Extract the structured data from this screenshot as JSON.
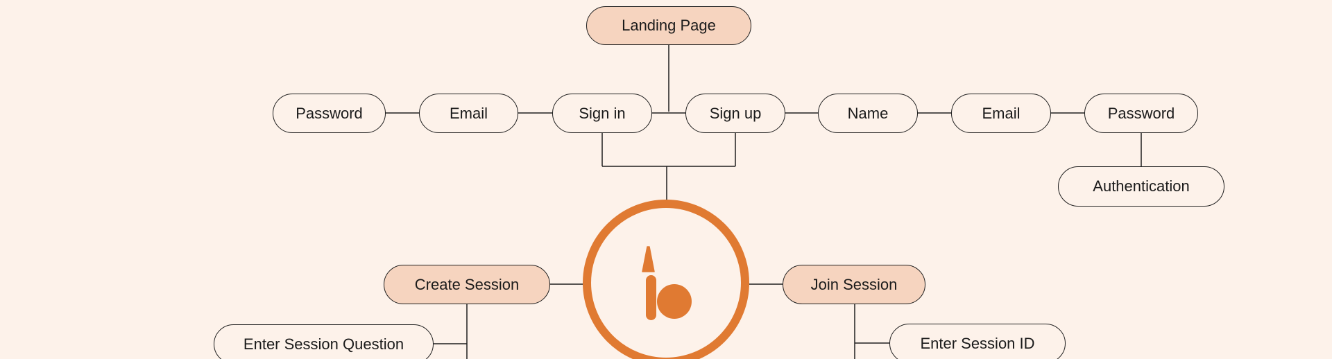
{
  "diagram": {
    "root": {
      "label": "Landing Page"
    },
    "auth": {
      "sign_in": "Sign in",
      "sign_up": "Sign up",
      "sign_in_fields": [
        "Email",
        "Password"
      ],
      "sign_up_fields": [
        "Name",
        "Email",
        "Password"
      ],
      "authentication": "Authentication"
    },
    "hub": {
      "logo": "app-logo-icon"
    },
    "sessions": {
      "create": "Create Session",
      "create_step": "Enter Session Question",
      "join": "Join Session",
      "join_step": "Enter Session ID"
    }
  },
  "colors": {
    "background": "#fdf2ea",
    "highlight_fill": "#f6d4bf",
    "accent": "#e07a32",
    "stroke": "#1e1e1e"
  }
}
